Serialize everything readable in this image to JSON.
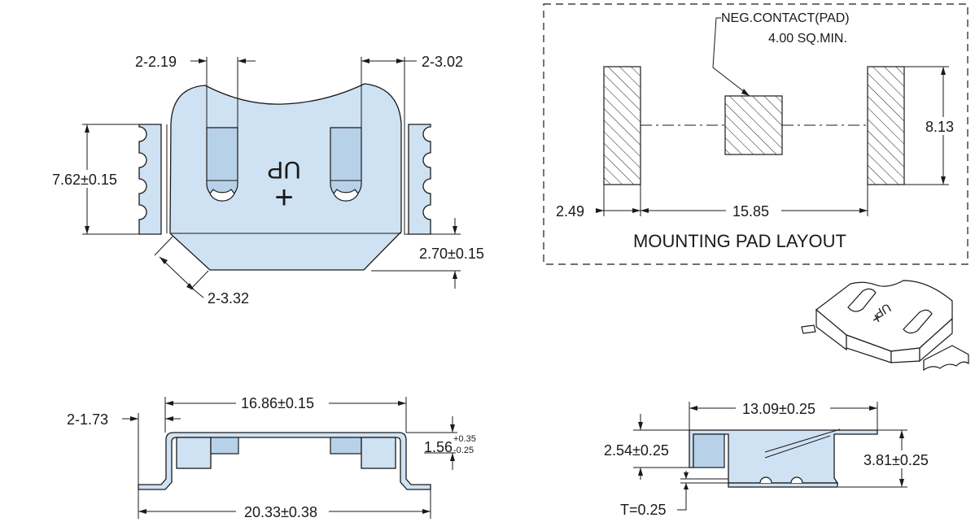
{
  "top_view": {
    "dim_pin_width": "2-2.19",
    "dim_slot_width": "2-3.02",
    "dim_pad_height": "7.62±0.15",
    "dim_bevel": "2-3.32",
    "dim_bottom": "2.70±0.15",
    "mark_up": "UP",
    "mark_plus": "+"
  },
  "pad_layout": {
    "title": "MOUNTING PAD LAYOUT",
    "neg_contact_line1": "NEG.CONTACT(PAD)",
    "neg_contact_line2": "4.00 SQ.MIN.",
    "dim_height": "8.13",
    "dim_pad_width": "2.49",
    "dim_span": "15.85"
  },
  "side_view": {
    "dim_lead": "2-1.73",
    "dim_body_width": "16.86±0.15",
    "dim_overall_width": "20.33±0.38",
    "dim_height_main": "1.56",
    "dim_height_tol_plus": "+0.35",
    "dim_height_tol_minus": "-0.25"
  },
  "end_view": {
    "dim_length": "13.09±0.25",
    "dim_step": "2.54±0.25",
    "dim_height": "3.81±0.25",
    "dim_thickness": "T=0.25"
  },
  "iso_view": {
    "mark_up": "UP",
    "mark_plus": "+"
  },
  "colors": {
    "part_fill": "#cfe2f3",
    "line": "#1a1a1a"
  }
}
